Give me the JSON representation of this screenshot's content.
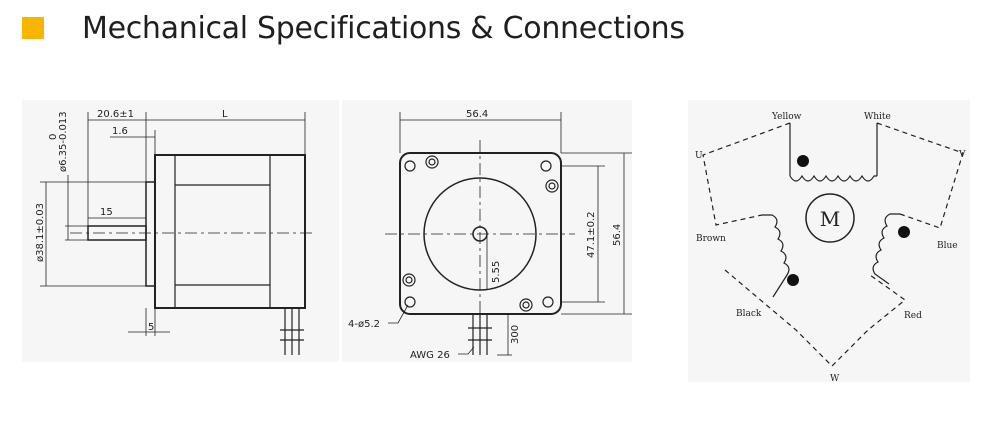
{
  "header": {
    "title": "Mechanical Specifications & Connections",
    "accent_color": "#f7b500"
  },
  "side_view": {
    "dim_shaft_length": "20.6±1",
    "dim_body_length": "L",
    "dim_flange": "1.6",
    "dim_flat_top": "0",
    "dim_shaft_dia": "ø6.35-0.013",
    "dim_flat_length": "15",
    "dim_boss_dia": "ø38.1±0.03",
    "dim_rear": "5"
  },
  "front_view": {
    "dim_width": "56.4",
    "dim_hole_spacing": "47.1±0.2",
    "dim_height": "56.4",
    "dim_flat": "5.55",
    "dim_holes": "4-ø5.2",
    "dim_lead_length": "300",
    "lead_gauge": "AWG 26"
  },
  "wiring": {
    "motor_label": "M",
    "wire_yellow": "Yellow",
    "wire_white": "White",
    "wire_u": "U",
    "wire_v": "V",
    "wire_brown": "Brown",
    "wire_blue": "Blue",
    "wire_black": "Black",
    "wire_red": "Red",
    "wire_w": "W"
  }
}
